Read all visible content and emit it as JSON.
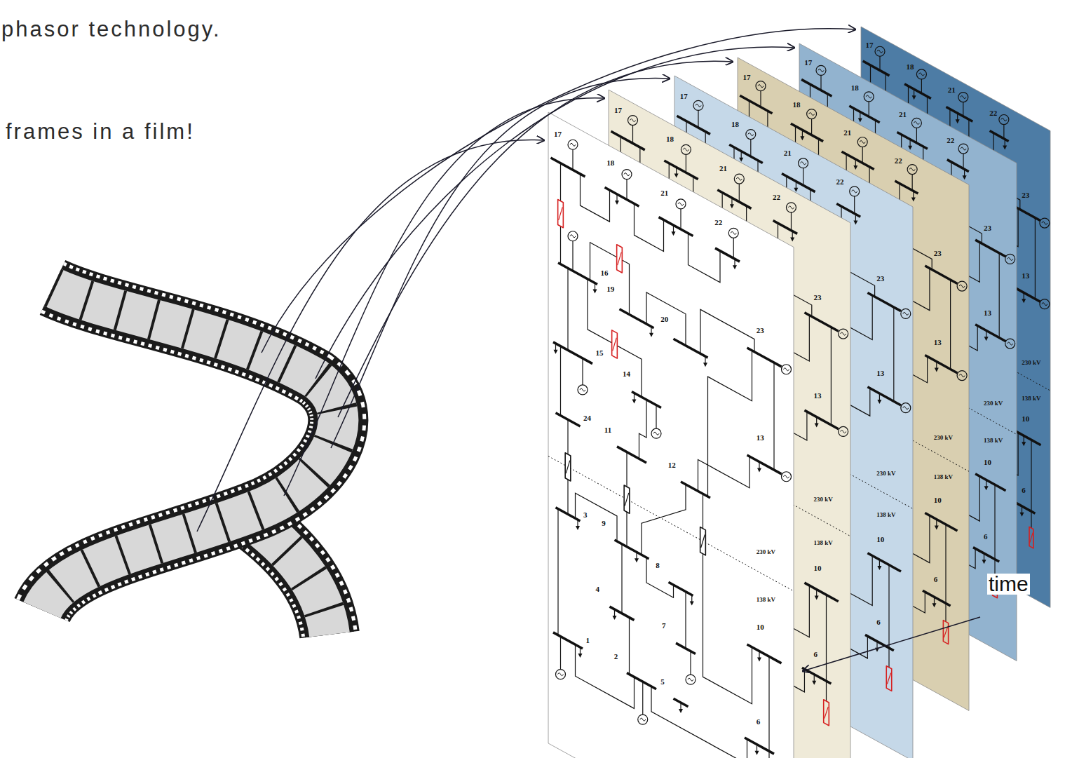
{
  "diagram": {
    "labels": [
      "phasor technology.",
      "frames in a film!",
      "17",
      "18",
      "21",
      "22",
      "16",
      "19",
      "20",
      "23",
      "15",
      "14",
      "13",
      "24",
      "11",
      "12",
      "230 kV",
      "138 kV",
      "3",
      "9",
      "8",
      "10",
      "4",
      "7",
      "1",
      "2",
      "5",
      "6",
      "17",
      "18",
      "21",
      "22",
      "23",
      "13",
      "230 kV",
      "138 kV",
      "10",
      "6",
      "17",
      "18",
      "21",
      "22",
      "23",
      "13",
      "230 kV",
      "138 kV",
      "10",
      "6",
      "17",
      "18",
      "21",
      "22",
      "23",
      "13",
      "230 kV",
      "138 kV",
      "10",
      "6",
      "17",
      "18",
      "21",
      "22",
      "23",
      "13",
      "230 kV",
      "138 kV",
      "10",
      "6",
      "17",
      "18",
      "21",
      "22",
      "23",
      "13",
      "230 kV",
      "138 kV",
      "10",
      "6",
      "time"
    ]
  }
}
